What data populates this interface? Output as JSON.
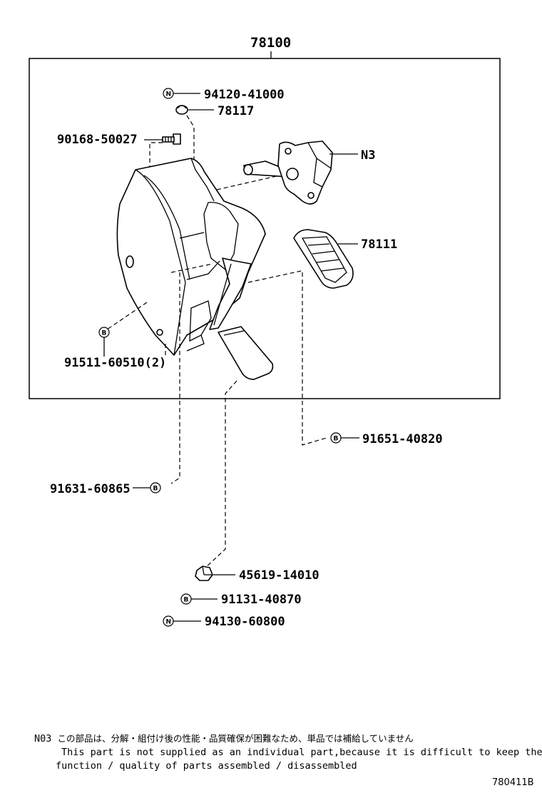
{
  "assembly_number": "78100",
  "part_numbers": {
    "p94120": "94120-41000",
    "p78117": "78117",
    "p90168": "90168-50027",
    "pN3": "N3",
    "p78111": "78111",
    "p91511": "91511-60510(2)",
    "p91651": "91651-40820",
    "p91631": "91631-60865",
    "p45619": "45619-14010",
    "p91131": "91131-40870",
    "p94130": "94130-60800"
  },
  "symbols": {
    "n": "N",
    "b": "B"
  },
  "notes": {
    "label": "N03",
    "japanese": "この部品は、分解・組付け後の性能・品質確保が困難なため、単品では補給していません",
    "english_line1": "This part is not supplied as an individual part,because it is difficult to keep the",
    "english_line2": "function / quality of parts assembled / disassembled"
  },
  "diagram_code": "780411B"
}
